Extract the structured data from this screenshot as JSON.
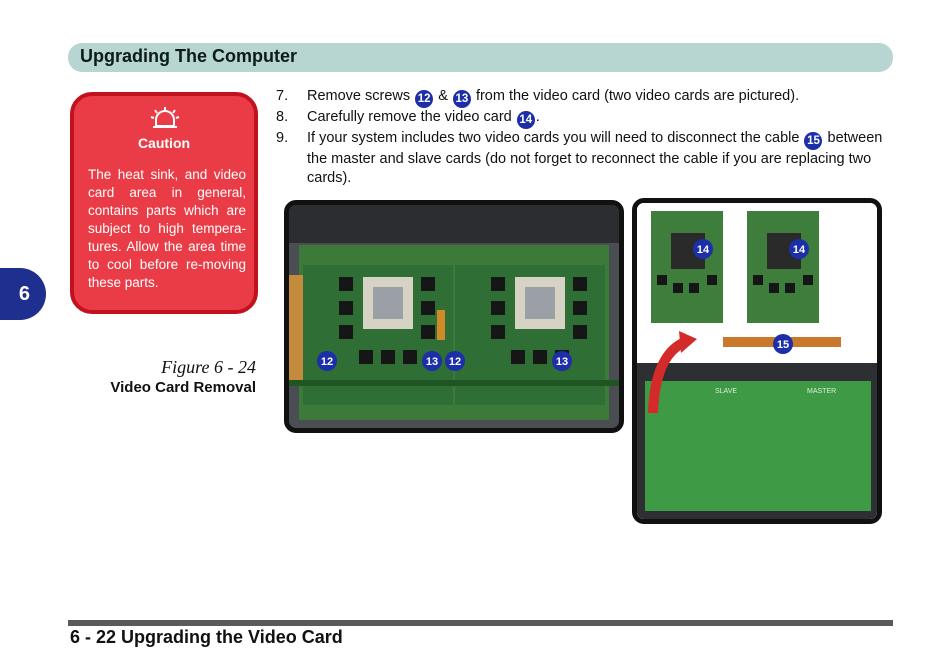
{
  "header": {
    "title": "Upgrading The Computer"
  },
  "chapter_tab": {
    "label": "6"
  },
  "caution": {
    "label": "Caution",
    "text": "The heat sink, and video card area in general, contains parts which are subject to high tempera-tures. Allow the area time to cool before re-moving these parts."
  },
  "figure": {
    "number": "Figure 6 - 24",
    "title": "Video Card Removal"
  },
  "steps": [
    {
      "num": "7.",
      "pre": "Remove screws",
      "b1": "12",
      "mid": "&",
      "b2": "13",
      "post": "from the video card (two video cards are pictured)."
    },
    {
      "num": "8.",
      "pre": "Carefully remove the video card",
      "b1": "14",
      "post": "."
    },
    {
      "num": "9.",
      "pre": "If your system includes two video cards you will need to disconnect the cable",
      "b1": "15",
      "post": "between the master and slave cards (do not forget to reconnect the cable if you are replacing two cards)."
    }
  ],
  "photo_left": {
    "callouts": [
      "12",
      "13",
      "12",
      "13"
    ]
  },
  "photo_right": {
    "callouts": [
      "14",
      "14",
      "15"
    ],
    "board_labels": [
      "SLAVE",
      "MASTER"
    ]
  },
  "footer": {
    "text": "6 - 22  Upgrading the Video Card"
  },
  "colors": {
    "header": "#b7d6d2",
    "caution": "#ea3c46",
    "badge": "#1c2ea8",
    "tab": "#1f2f8f"
  }
}
